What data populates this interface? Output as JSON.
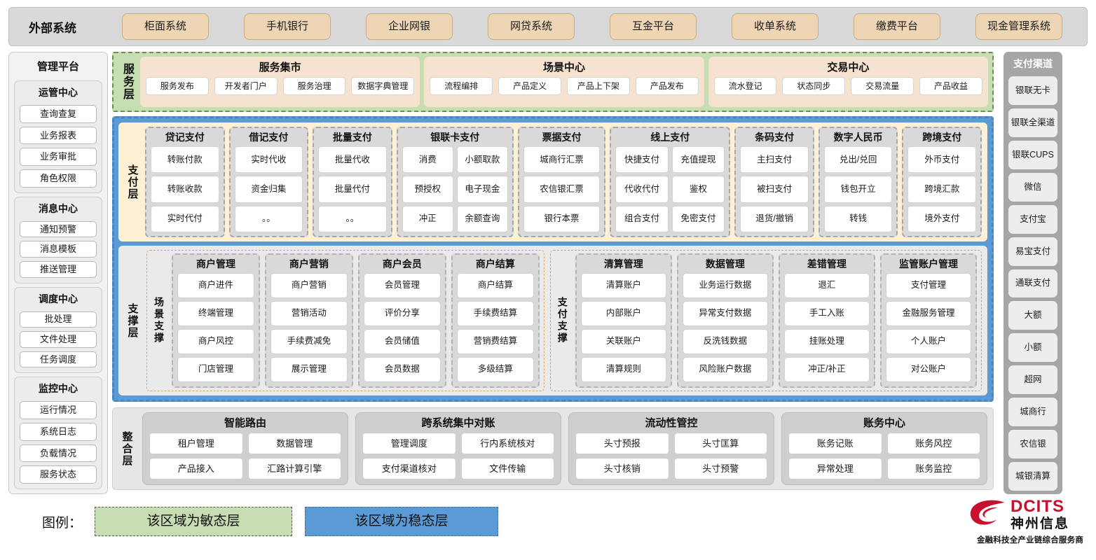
{
  "external": {
    "label": "外部系统",
    "items": [
      "柜面系统",
      "手机银行",
      "企业网银",
      "网贷系统",
      "互金平台",
      "收单系统",
      "缴费平台",
      "现金管理系统"
    ]
  },
  "management": {
    "title": "管理平台",
    "groups": [
      {
        "title": "运管中心",
        "items": [
          "查询查复",
          "业务报表",
          "业务审批",
          "角色权限"
        ]
      },
      {
        "title": "消息中心",
        "items": [
          "通知预警",
          "消息模板",
          "推送管理"
        ]
      },
      {
        "title": "调度中心",
        "items": [
          "批处理",
          "文件处理",
          "任务调度"
        ]
      },
      {
        "title": "监控中心",
        "items": [
          "运行情况",
          "系统日志",
          "负载情况",
          "服务状态"
        ]
      }
    ]
  },
  "service_layer": {
    "vtitle": "服务层",
    "groups": [
      {
        "title": "服务集市",
        "items": [
          "服务发布",
          "开发者门户",
          "服务治理",
          "数据字典管理"
        ]
      },
      {
        "title": "场景中心",
        "items": [
          "流程编排",
          "产品定义",
          "产品上下架",
          "产品发布"
        ]
      },
      {
        "title": "交易中心",
        "items": [
          "流水登记",
          "状态同步",
          "交易流量",
          "产品收益"
        ]
      }
    ]
  },
  "payment_layer": {
    "vtitle": "支付层",
    "groups": [
      {
        "title": "贷记支付",
        "cols": 1,
        "rows": [
          [
            "转账付款"
          ],
          [
            "转账收款"
          ],
          [
            "实时代付"
          ]
        ]
      },
      {
        "title": "借记支付",
        "cols": 1,
        "rows": [
          [
            "实时代收"
          ],
          [
            "资金归集"
          ],
          [
            "。。"
          ]
        ]
      },
      {
        "title": "批量支付",
        "cols": 1,
        "rows": [
          [
            "批量代收"
          ],
          [
            "批量代付"
          ],
          [
            "。。"
          ]
        ]
      },
      {
        "title": "银联卡支付",
        "cols": 2,
        "rows": [
          [
            "消费",
            "小额取款"
          ],
          [
            "预授权",
            "电子现金"
          ],
          [
            "冲正",
            "余额查询"
          ]
        ]
      },
      {
        "title": "票据支付",
        "cols": 1,
        "rows": [
          [
            "城商行汇票"
          ],
          [
            "农信银汇票"
          ],
          [
            "银行本票"
          ]
        ]
      },
      {
        "title": "线上支付",
        "cols": 2,
        "rows": [
          [
            "快捷支付",
            "充值提现"
          ],
          [
            "代收代付",
            "鉴权"
          ],
          [
            "组合支付",
            "免密支付"
          ]
        ]
      },
      {
        "title": "条码支付",
        "cols": 1,
        "rows": [
          [
            "主扫支付"
          ],
          [
            "被扫支付"
          ],
          [
            "退货/撤销"
          ]
        ]
      },
      {
        "title": "数字人民币",
        "cols": 1,
        "rows": [
          [
            "兑出/兑回"
          ],
          [
            "钱包开立"
          ],
          [
            "转钱"
          ]
        ]
      },
      {
        "title": "跨境支付",
        "cols": 1,
        "rows": [
          [
            "外币支付"
          ],
          [
            "跨境汇款"
          ],
          [
            "境外支付"
          ]
        ]
      }
    ]
  },
  "support_layer": {
    "vtitle": "支撑层",
    "boxes": [
      {
        "vtitle": "场景支撑",
        "groups": [
          {
            "title": "商户管理",
            "items": [
              "商户进件",
              "终端管理",
              "商户风控",
              "门店管理"
            ]
          },
          {
            "title": "商户营销",
            "items": [
              "商户营销",
              "营销活动",
              "手续费减免",
              "展示管理"
            ]
          },
          {
            "title": "商户会员",
            "items": [
              "会员管理",
              "评价分享",
              "会员储值",
              "会员数据"
            ]
          },
          {
            "title": "商户结算",
            "items": [
              "商户结算",
              "手续费结算",
              "营销费结算",
              "多级结算"
            ]
          }
        ]
      },
      {
        "vtitle": "支付支撑",
        "groups": [
          {
            "title": "清算管理",
            "items": [
              "清算账户",
              "内部账户",
              "关联账户",
              "清算规则"
            ]
          },
          {
            "title": "数据管理",
            "items": [
              "业务运行数据",
              "异常支付数据",
              "反洗钱数据",
              "风险账户数据"
            ]
          },
          {
            "title": "差错管理",
            "items": [
              "退汇",
              "手工入账",
              "挂账处理",
              "冲正/补正"
            ]
          },
          {
            "title": "监管账户管理",
            "items": [
              "支付管理",
              "金融服务管理",
              "个人账户",
              "对公账户"
            ]
          }
        ]
      }
    ]
  },
  "integration_layer": {
    "vtitle": "整合层",
    "groups": [
      {
        "title": "智能路由",
        "rows": [
          [
            "租户管理",
            "数据管理"
          ],
          [
            "产品接入",
            "汇路计算引擎"
          ]
        ]
      },
      {
        "title": "跨系统集中对账",
        "rows": [
          [
            "管理调度",
            "行内系统核对"
          ],
          [
            "支付渠道核对",
            "文件传输"
          ]
        ]
      },
      {
        "title": "流动性管控",
        "rows": [
          [
            "头寸预报",
            "头寸匡算"
          ],
          [
            "头寸核销",
            "头寸预警"
          ]
        ]
      },
      {
        "title": "账务中心",
        "rows": [
          [
            "账务记账",
            "账务风控"
          ],
          [
            "异常处理",
            "账务监控"
          ]
        ]
      }
    ]
  },
  "payment_channels": {
    "title": "支付渠道",
    "items": [
      "银联无卡",
      "银联全渠道",
      "银联CUPS",
      "微信",
      "支付宝",
      "易宝支付",
      "通联支付",
      "大额",
      "小额",
      "超网",
      "城商行",
      "农信银",
      "城银清算"
    ]
  },
  "legend": {
    "label": "图例：",
    "agile": "该区域为敏态层",
    "stable": "该区域为稳态层"
  },
  "logo": {
    "en": "DCITS",
    "cn": "神州信息",
    "tagline": "金融科技全产业链综合服务商"
  },
  "colors": {
    "agile_green": "#c7ddb2",
    "stable_blue": "#5b9bd5",
    "payment_cream": "#fdf0d5",
    "external_tan": "#eed6b4",
    "brand_red": "#c8102e"
  }
}
